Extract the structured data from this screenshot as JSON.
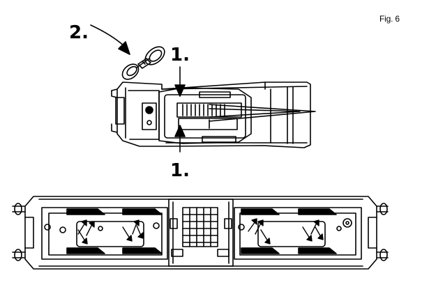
{
  "figure": {
    "label": "Fig. 6"
  },
  "callouts": {
    "step_2": "2.",
    "step_1_top": "1.",
    "step_1_bottom": "1."
  },
  "colors": {
    "ink": "#000000",
    "paper": "#ffffff"
  }
}
